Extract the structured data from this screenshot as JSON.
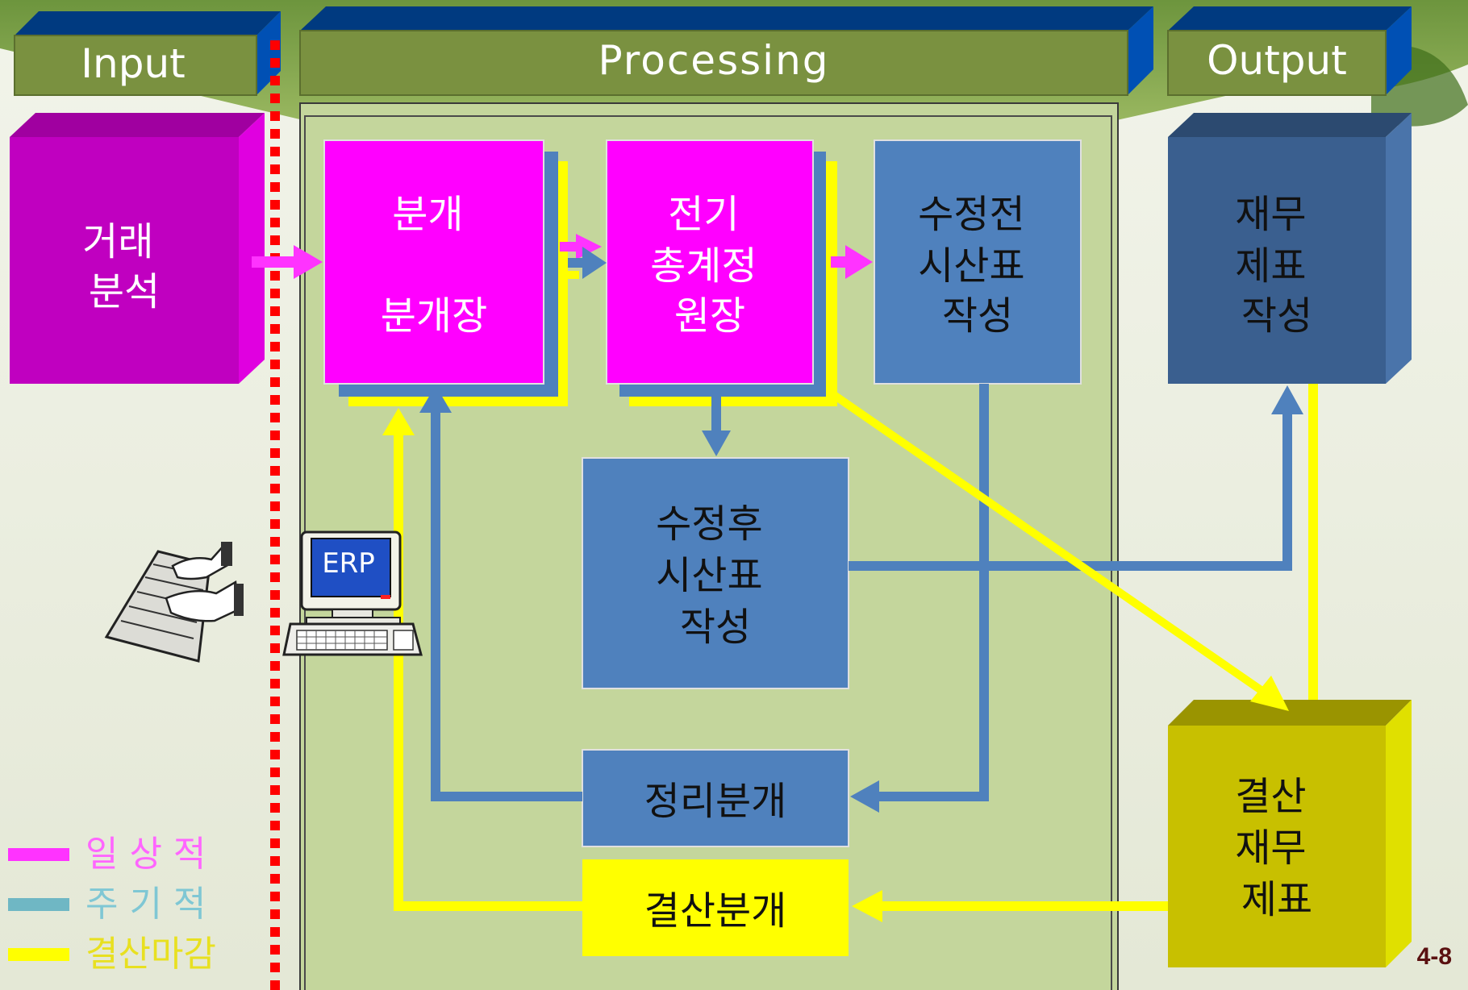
{
  "headers": {
    "input": "Input",
    "processing": "Processing",
    "output": "Output"
  },
  "boxes": {
    "transaction_analysis": [
      "거래",
      "분석"
    ],
    "journal": [
      "분개",
      "",
      "분개장"
    ],
    "ledger_posting": [
      "전기",
      "총계정",
      "원장"
    ],
    "unadjusted_trial_balance": [
      "수정전",
      "시산표",
      "작성"
    ],
    "adjusted_trial_balance": [
      "수정후",
      "시산표",
      "작성"
    ],
    "financial_statements": [
      "재무",
      "제표",
      "작성"
    ],
    "adjusting_entries": [
      "정리분개"
    ],
    "closing_entries": [
      "결산분개"
    ],
    "closing_financial_statements": [
      "결산",
      "재무",
      "제표"
    ]
  },
  "erp_label": "ERP",
  "legend": [
    {
      "label": "일 상 적",
      "color": "#ff33ff"
    },
    {
      "label": "주 기 적",
      "color": "#6fb7c4"
    },
    {
      "label": "결산마감",
      "color": "#ffff00"
    }
  ],
  "page_number": "4-8",
  "colors": {
    "header_fill": "#7a9140",
    "header_side": "#0050b4",
    "magenta": "#ff00ff",
    "purple": "#c000c0",
    "blue_box": "#4f81bd",
    "dark_blue_box": "#3a5f8f",
    "yellow": "#ffff00",
    "olive": "#c8c000",
    "processing_bg": "#c4d69c",
    "arrow_blue": "#4f81bd",
    "arrow_magenta": "#ff33ff",
    "dotted_red": "#ff0000"
  }
}
